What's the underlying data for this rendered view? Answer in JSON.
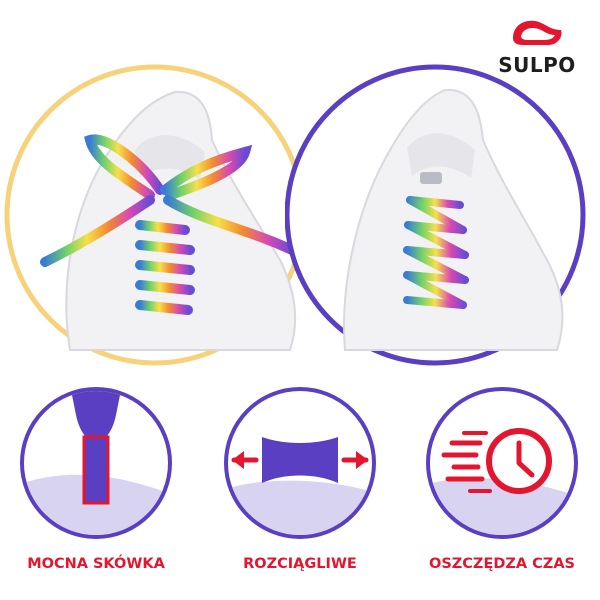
{
  "brand": {
    "name": "SULPO"
  },
  "features": [
    {
      "label": "MOCNA SKÓWKA",
      "icon": "aglet-icon"
    },
    {
      "label": "ROZCIĄGLIWE",
      "icon": "stretch-arrows-icon"
    },
    {
      "label": "OSZCZĘDZA CZAS",
      "icon": "fast-clock-icon"
    }
  ],
  "colors": {
    "accent_red": "#e4162f",
    "purple": "#5b3fc2",
    "yellow": "#f7d27a",
    "lavender": "#d9d3f2"
  }
}
